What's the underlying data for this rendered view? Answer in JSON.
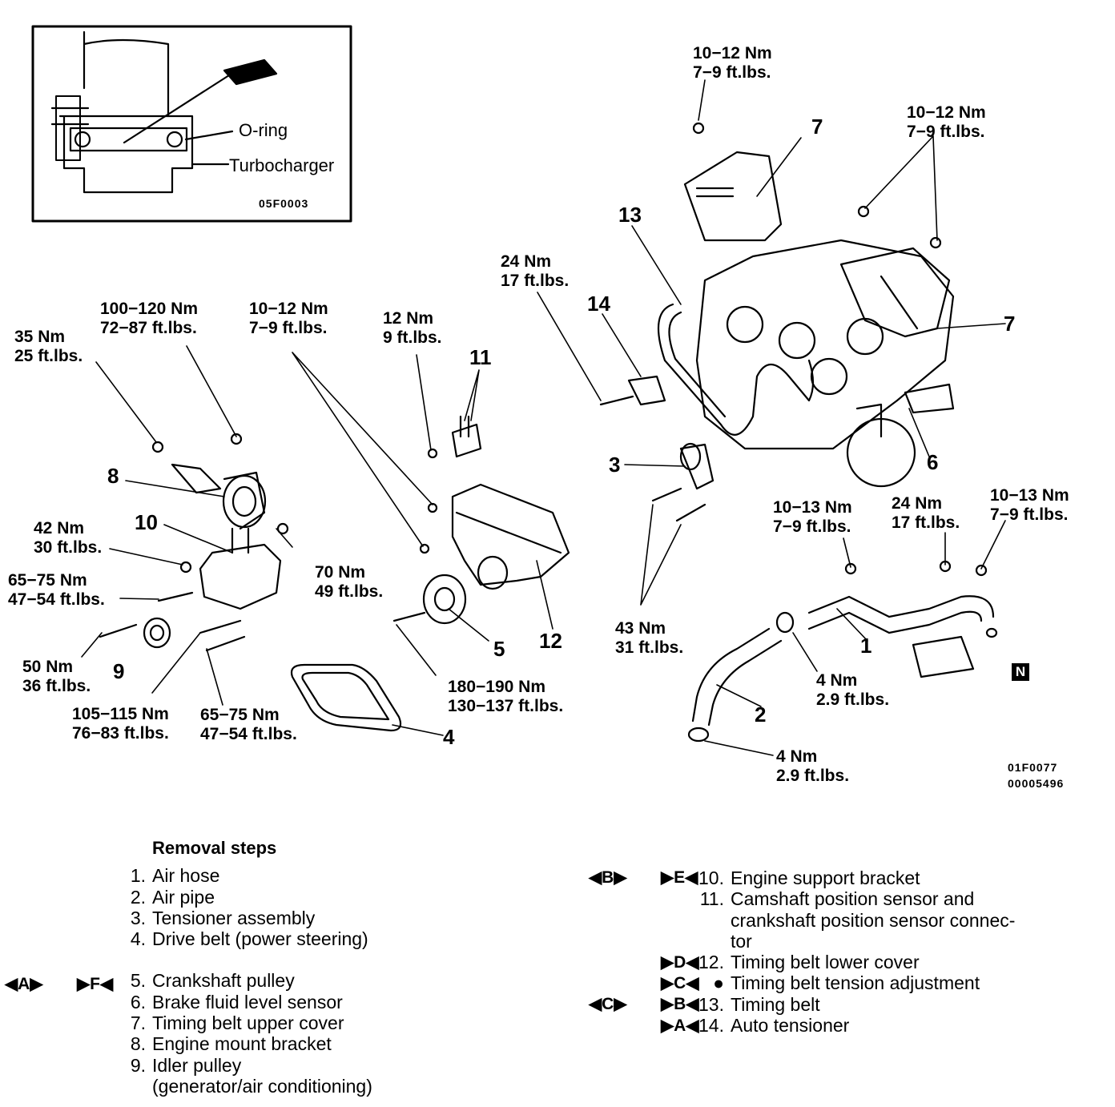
{
  "inset": {
    "label_oring": "O-ring",
    "label_turbocharger": "Turbocharger",
    "code": "05F0003"
  },
  "callouts": {
    "c1": "1",
    "c2": "2",
    "c3": "3",
    "c4": "4",
    "c5": "5",
    "c6": "6",
    "c7a": "7",
    "c7b": "7",
    "c8": "8",
    "c9": "9",
    "c10": "10",
    "c11": "11",
    "c12": "12",
    "c13": "13",
    "c14": "14"
  },
  "torques": [
    {
      "id": "t_top",
      "nm": "10−12 Nm",
      "ft": "7−9 ft.lbs."
    },
    {
      "id": "t_topright",
      "nm": "10−12 Nm",
      "ft": "7−9 ft.lbs."
    },
    {
      "id": "t_14",
      "nm": "24 Nm",
      "ft": "17 ft.lbs."
    },
    {
      "id": "t_35",
      "nm": "35 Nm",
      "ft": "25 ft.lbs."
    },
    {
      "id": "t_100",
      "nm": "100−120 Nm",
      "ft": "72−87 ft.lbs."
    },
    {
      "id": "t_mid",
      "nm": "10−12 Nm",
      "ft": "7−9 ft.lbs."
    },
    {
      "id": "t_12",
      "nm": "12 Nm",
      "ft": "9 ft.lbs."
    },
    {
      "id": "t_42",
      "nm": "42 Nm",
      "ft": "30 ft.lbs."
    },
    {
      "id": "t_6575a",
      "nm": "65−75 Nm",
      "ft": "47−54 ft.lbs."
    },
    {
      "id": "t_70",
      "nm": "70 Nm",
      "ft": "49 ft.lbs."
    },
    {
      "id": "t_50",
      "nm": "50 Nm",
      "ft": "36 ft.lbs."
    },
    {
      "id": "t_105",
      "nm": "105−115 Nm",
      "ft": "76−83 ft.lbs."
    },
    {
      "id": "t_6575b",
      "nm": "65−75 Nm",
      "ft": "47−54 ft.lbs."
    },
    {
      "id": "t_180",
      "nm": "180−190 Nm",
      "ft": "130−137 ft.lbs."
    },
    {
      "id": "t_43",
      "nm": "43 Nm",
      "ft": "31 ft.lbs."
    },
    {
      "id": "t_1013a",
      "nm": "10−13 Nm",
      "ft": "7−9 ft.lbs."
    },
    {
      "id": "t_24b",
      "nm": "24 Nm",
      "ft": "17 ft.lbs."
    },
    {
      "id": "t_1013b",
      "nm": "10−13 Nm",
      "ft": "7−9 ft.lbs."
    },
    {
      "id": "t_4a",
      "nm": "4 Nm",
      "ft": "2.9 ft.lbs."
    },
    {
      "id": "t_4b",
      "nm": "4 Nm",
      "ft": "2.9 ft.lbs."
    }
  ],
  "n_mark": "N",
  "figure_code_1": "01F0077",
  "figure_code_2": "00005496",
  "removal": {
    "title": "Removal steps",
    "left": [
      {
        "num": "1.",
        "text": "Air hose"
      },
      {
        "num": "2.",
        "text": "Air pipe"
      },
      {
        "num": "3.",
        "text": "Tensioner assembly"
      },
      {
        "num": "4.",
        "text": "Drive belt (power steering)"
      },
      {
        "num": "5.",
        "text": "Crankshaft pulley"
      },
      {
        "num": "6.",
        "text": "Brake fluid level sensor"
      },
      {
        "num": "7.",
        "text": "Timing belt upper cover"
      },
      {
        "num": "8.",
        "text": "Engine mount bracket"
      },
      {
        "num": "9.",
        "text": "Idler pulley"
      }
    ],
    "left_cont": "(generator/air conditioning)",
    "right": [
      {
        "num": "10.",
        "text": "Engine support bracket"
      },
      {
        "num": "11.",
        "text": "Camshaft position sensor and"
      },
      {
        "num": "12.",
        "text": "Timing belt lower cover"
      },
      {
        "num": "●",
        "text": "Timing belt tension adjustment"
      },
      {
        "num": "13.",
        "text": "Timing belt"
      },
      {
        "num": "14.",
        "text": "Auto tensioner"
      }
    ],
    "right_cont1": "crankshaft position sensor connec-",
    "right_cont2": "tor"
  },
  "markers": {
    "m5_left": "◀A▶",
    "m5_right": "▶F◀",
    "m10_left": "◀B▶",
    "m10_right": "▶E◀",
    "m12": "▶D◀",
    "mtension": "▶C◀",
    "m13_left": "◀C▶",
    "m13_right": "▶B◀",
    "m14": "▶A◀"
  }
}
